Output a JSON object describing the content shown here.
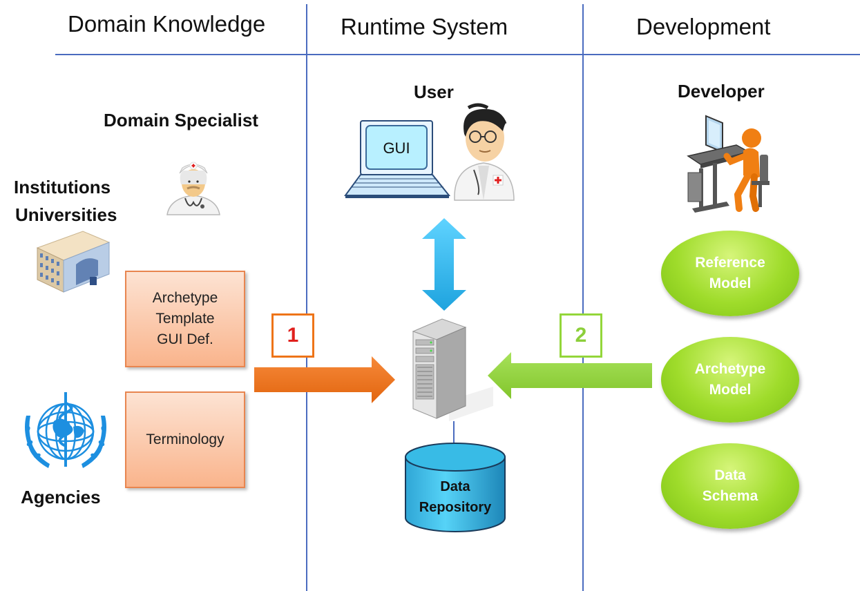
{
  "columns": {
    "domain_knowledge": "Domain Knowledge",
    "runtime_system": "Runtime System",
    "development": "Development"
  },
  "labels": {
    "domain_specialist": "Domain Specialist",
    "institutions": "Institutions",
    "universities": "Universities",
    "agencies": "Agencies",
    "user": "User",
    "developer": "Developer",
    "gui": "GUI"
  },
  "boxes": {
    "archetype_template": "Archetype\nTemplate\nGUI Def.",
    "terminology": "Terminology"
  },
  "steps": {
    "step1": "1",
    "step2": "2"
  },
  "repository": {
    "line1": "Data",
    "line2": "Repository"
  },
  "models": {
    "reference": "Reference\nModel",
    "archetype": "Archetype\nModel",
    "schema": "Data\nSchema"
  },
  "colors": {
    "divider": "#4a6bbf",
    "orange_arrow": "#ee7418",
    "green_arrow": "#93d63a",
    "blue_arrow": "#2fb8ef",
    "step1_text": "#e0201d",
    "step2_text": "#8ccf3a"
  },
  "icons": {
    "building": "building-icon",
    "who_logo": "who-logo-icon",
    "doctor": "doctor-icon",
    "physician": "physician-icon",
    "laptop": "laptop-icon",
    "server": "server-icon",
    "developer": "developer-workstation-icon"
  }
}
